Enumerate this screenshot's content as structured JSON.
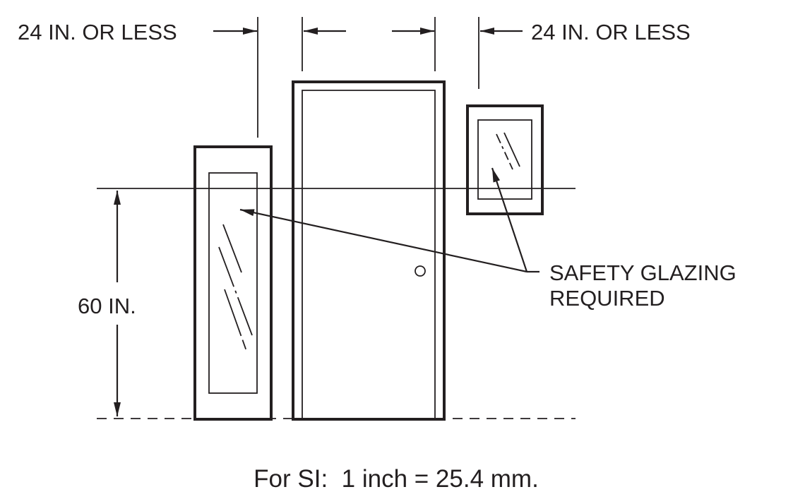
{
  "labels": {
    "left_clearance": "24 IN. OR LESS",
    "right_clearance": "24 IN. OR LESS",
    "height": "60 IN.",
    "callout_line1": "SAFETY GLAZING",
    "callout_line2": "REQUIRED",
    "footnote": "For SI:  1 inch = 25.4 mm."
  },
  "colors": {
    "ink": "#231f20",
    "background": "#ffffff"
  }
}
